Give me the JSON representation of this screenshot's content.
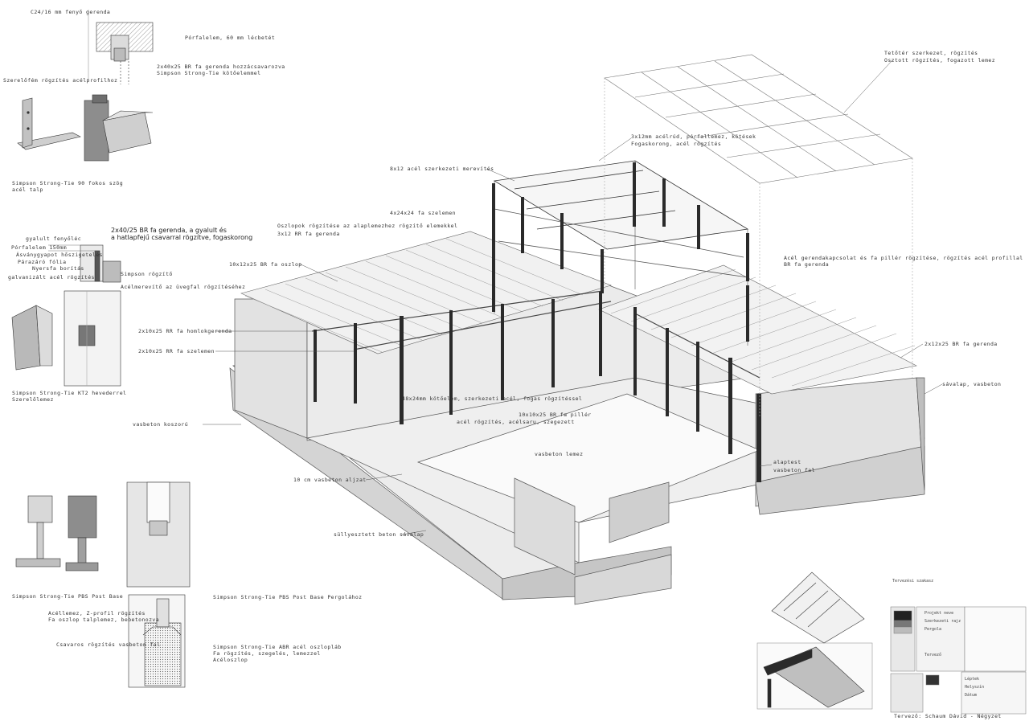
{
  "labels": {
    "top_detail": [
      "C24/16 mm fenyő gerenda",
      "Pórfalelem, 60 mm lécbetét",
      "2x40x25 BR fa gerenda hozzácsavarozva",
      "Simpson Strong-Tie kötőelemmel",
      "Szerelőfém rögzítés acélprofilhoz",
      "Simpson Strong-Tie 90 fokos szög",
      "acél talp"
    ],
    "mid_detail": [
      "2x40/25 BR fa gerenda, a gyalult és",
      "a hatlapfejű csavarral rögzítve, fogaskorong",
      "gyalult fenyőléc",
      "Pórfalelem 150mm",
      "Ásványgyapot hőszigetelés",
      "Párazáró fólia",
      "Nyersfa borítás",
      "Simpson rögzítő",
      "galvanizált acél rögzítés",
      "Acélmerevítő az üvegfal rögzítéséhez",
      "Simpson Strong-Tie KT2 hevederrel",
      "Szerelőlemez"
    ],
    "main": [
      "8x12 acél szerkezeti merevítés",
      "3x12mm acélrúd, pórfallemez, kötések",
      "4x24x24 fa szelemen",
      "Oszlopok rögzítése az alaplemezhez rögzítő elemekkel",
      "10x12x25 BR fa oszlop",
      "3x12 RR fa gerenda",
      "2x10x25 RR fa homlokgerenda",
      "2x10x25 RR fa szelemen",
      "vasbeton koszorú",
      "48x24mm kötőelem, szerkezeti acél, fogas rögzítéssel",
      "10x10x25 BR fa pillér",
      "acél rögzítés, acélsaru, szegezett",
      "vasbeton lemez",
      "alaptest",
      "süllyesztett beton sávalap",
      "10 cm vasbeton aljzat",
      "sávalap, vasbeton",
      "2x12x25 BR fa gerenda",
      "Tetőtér szerkezet, rögzítés",
      "Acél gerendakapcsolat és fa pillér rögzítése, rögzítés acél profillal",
      "BR fa gerenda",
      "vasbeton fal",
      "Osztott rögzítés, fogazott lemez",
      "Fogaskorong, acél rögzítés"
    ],
    "bottom_detail": [
      "Simpson Strong-Tie PBS Post Base",
      "Simpson Strong-Tie PBS Post Base Pergolához",
      "Acéllemez, Z-profil rögzítés",
      "Fa oszlop talplemez, bebetonozva",
      "Csavaros rögzítés vasbeton fal",
      "Simpson Strong-Tie ABR acél oszlopláb",
      "Fa rögzítés, szegelés, lemezzel",
      "Acéloszlop"
    ],
    "title_block": [
      "Tervező: Schaum Dávid - Négyzet",
      "Tervezési szakasz",
      "Projekt neve",
      "Szerkezeti rajz",
      "Pergola",
      "Tervező",
      "Léptek",
      "Helyszín",
      "Dátum"
    ]
  },
  "colors": {
    "line": "#222222",
    "light_line": "#888888",
    "face_light": "#e6e6e6",
    "face_mid": "#d2d2d2",
    "face_dark": "#bdbdbd",
    "timber_dark": "#2a2a2a"
  }
}
